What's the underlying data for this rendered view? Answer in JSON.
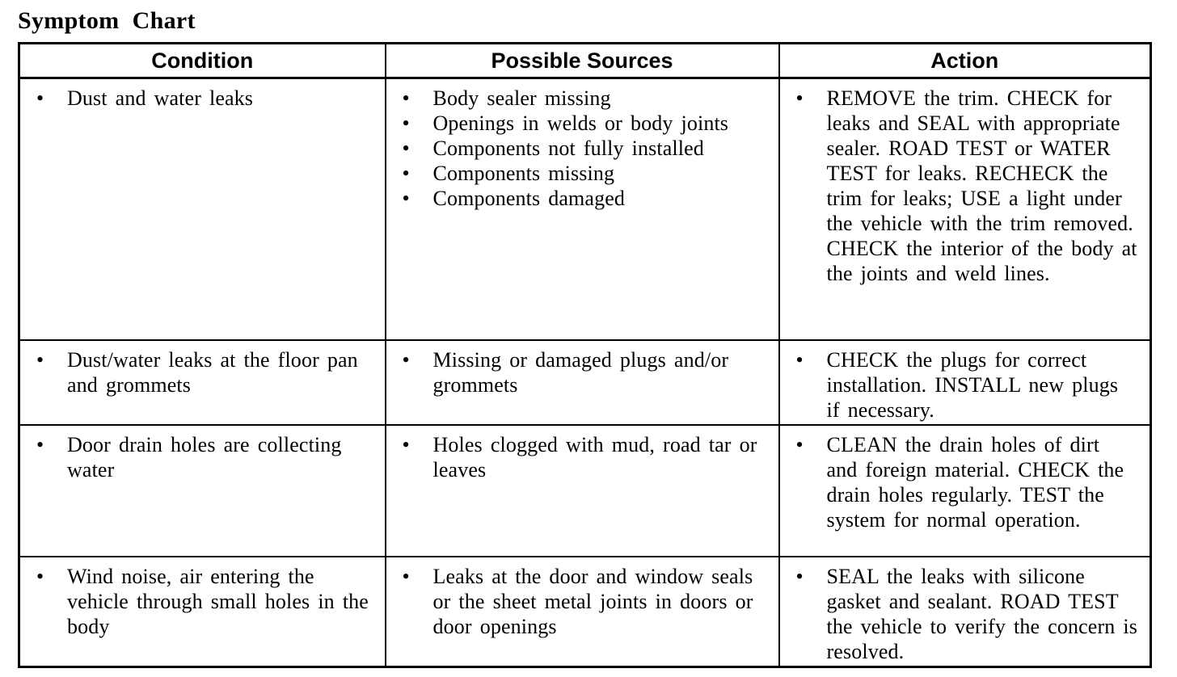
{
  "page": {
    "title": "Symptom Chart"
  },
  "colors": {
    "text": "#000000",
    "background": "#ffffff",
    "border": "#000000"
  },
  "table": {
    "headers": [
      "Condition",
      "Possible Sources",
      "Action"
    ],
    "bullet_glyph": "•",
    "rows": [
      {
        "condition": [
          "Dust and water leaks"
        ],
        "sources": [
          "Body sealer missing",
          "Openings in welds or body joints",
          "Components not fully installed",
          "Components missing",
          "Components damaged"
        ],
        "action": [
          "REMOVE the trim. CHECK for leaks and SEAL with appropriate sealer. ROAD TEST or WATER TEST for leaks. RECHECK the trim for leaks; USE a light under the vehicle with the trim removed. CHECK the interior of the body at the joints and weld lines."
        ]
      },
      {
        "condition": [
          "Dust/water leaks at the floor pan and grommets"
        ],
        "sources": [
          "Missing or damaged plugs and/or grommets"
        ],
        "action": [
          "CHECK the plugs for correct installation. INSTALL new plugs if necessary."
        ]
      },
      {
        "condition": [
          "Door drain holes are collecting water"
        ],
        "sources": [
          "Holes clogged with mud, road tar or leaves"
        ],
        "action": [
          "CLEAN the drain holes of dirt and foreign material. CHECK the drain holes regularly. TEST the system for normal operation."
        ]
      },
      {
        "condition": [
          "Wind noise, air entering the vehicle through small holes in the body"
        ],
        "sources": [
          "Leaks at the door and window seals or the sheet metal joints in doors or door openings"
        ],
        "action": [
          "SEAL the leaks with silicone gasket and sealant. ROAD TEST the vehicle to verify the concern is resolved."
        ]
      }
    ]
  }
}
